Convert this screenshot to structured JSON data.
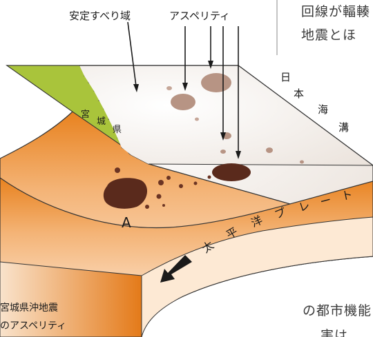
{
  "labels": {
    "stable_slip_zone": "安定すべり域",
    "asperity": "アスペリティ",
    "prefecture_chars": [
      "宮",
      "城",
      "県"
    ],
    "trench_chars": [
      "日",
      "本",
      "海",
      "溝"
    ],
    "plate_chars": [
      "太",
      "平",
      "洋",
      "プ",
      "レ",
      "ー",
      "ト"
    ],
    "point_a": "A"
  },
  "body_text": {
    "line1": "回線が輻輳",
    "line2": "地震とほ",
    "line3": "の都市機能",
    "line4": "害は"
  },
  "caption": {
    "line1": "宮城県沖地震",
    "line2": "のアスペリティ"
  },
  "icons": {
    "plate_motion": "arrow-icon"
  },
  "colors": {
    "plate_top": "#e8821f",
    "plate_light": "#fbeede",
    "land": "#a8c43a",
    "asperity_dark": "#5a2a1c",
    "asperity_light": "#b79484",
    "surface": "#f6f1ec"
  }
}
